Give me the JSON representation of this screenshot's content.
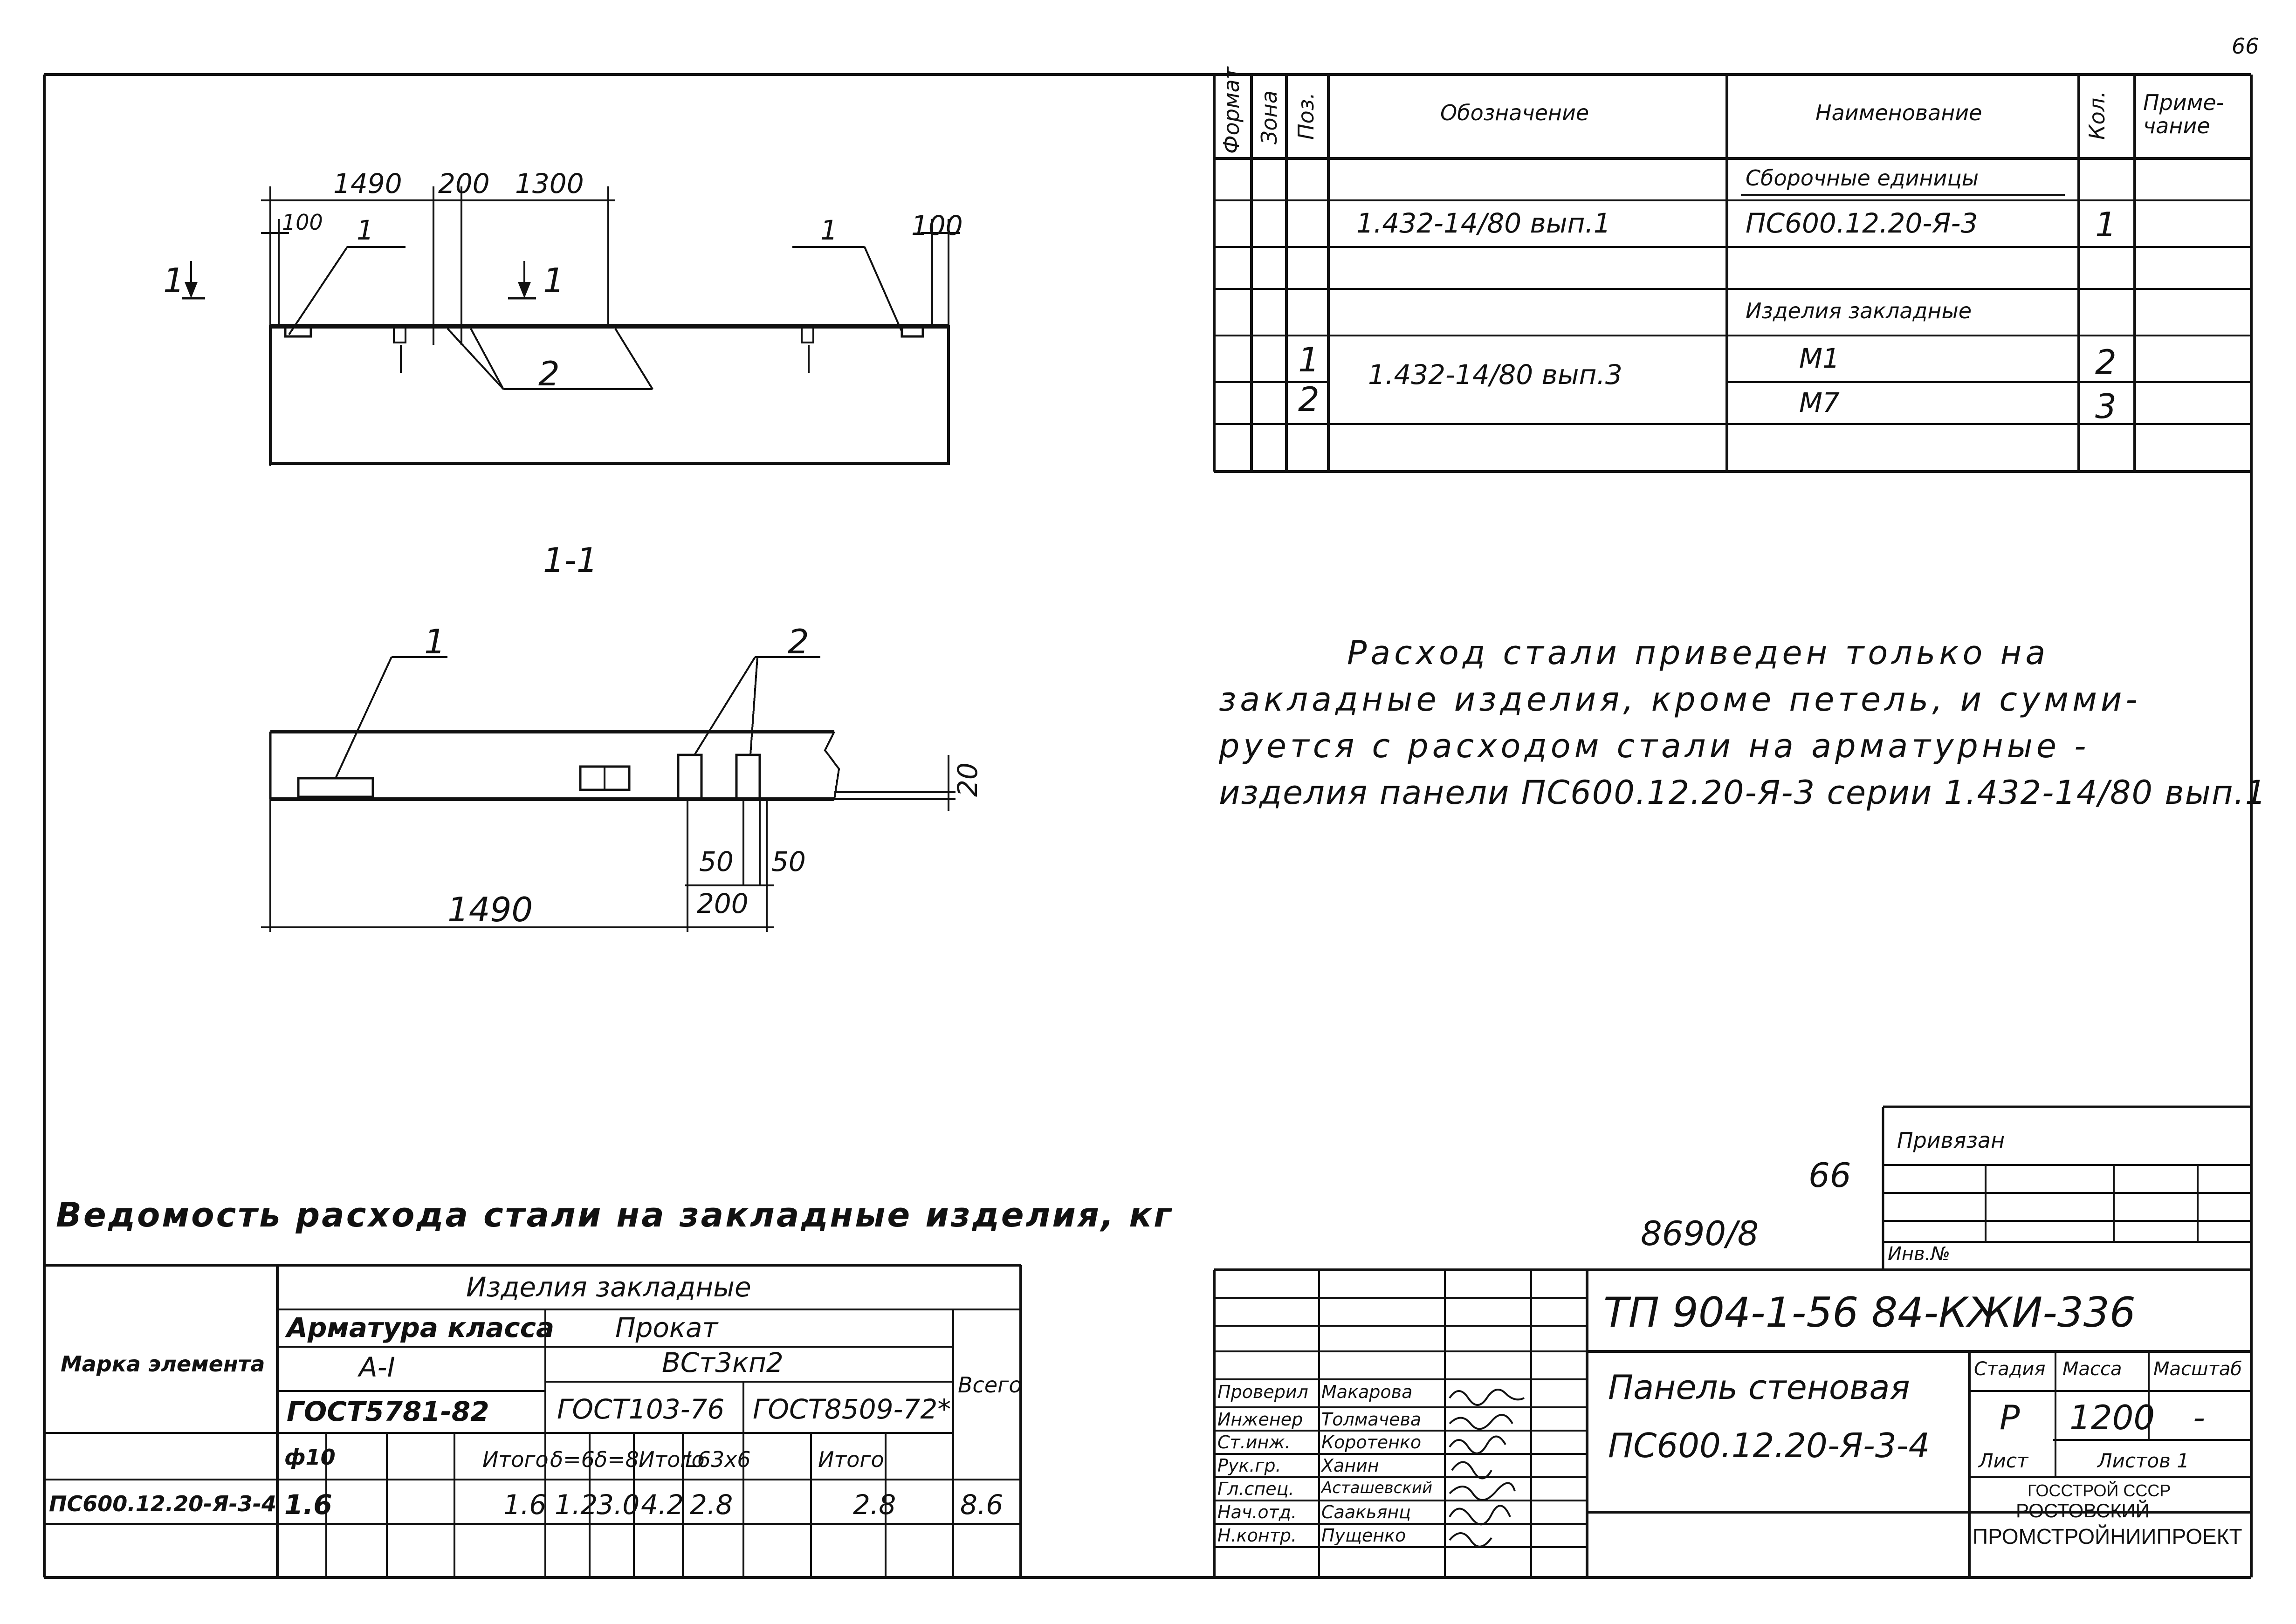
{
  "sheet": {
    "page_number": "66"
  },
  "spec": {
    "headers": [
      "Формат",
      "Зона",
      "Поз.",
      "Обозначение",
      "Наименование",
      "Кол.",
      "Приме-\nчание"
    ],
    "section_assembly": "Сборочные единицы",
    "row1": {
      "designation": "1.432-14/80 вып.1",
      "name": "ПС600.12.20-Я-3",
      "qty": "1"
    },
    "section_embedded": "Изделия закладные",
    "row2": {
      "pos": "1",
      "designation": "1.432-14/80 вып.3",
      "name": "М1",
      "qty": "2"
    },
    "row3": {
      "pos": "2",
      "name": "М7",
      "qty": "3"
    }
  },
  "plan": {
    "dims": {
      "d1490": "1490",
      "d200": "200",
      "d1300": "1300",
      "d100_left": "100",
      "d100_right": "100"
    },
    "callouts": {
      "c1_left": "1",
      "c1_right": "1",
      "c2": "2"
    },
    "section_marks": {
      "left": "1",
      "mid": "1"
    }
  },
  "section": {
    "title": "1-1",
    "callouts": {
      "c1": "1",
      "c2": "2"
    },
    "dims": {
      "d1490": "1490",
      "d200": "200",
      "d50a": "50",
      "d50b": "50",
      "d20": "20"
    }
  },
  "note": {
    "lines": [
      "Расход стали приведен только на",
      "закладные изделия, кроме петель, и сумми-",
      "руется с расходом стали на арматурные -",
      "изделия панели ПС600.12.20-Я-3 серии 1.432-14/80 вып.1"
    ]
  },
  "steel": {
    "title": "Ведомость расхода стали на закладные изделия, кг",
    "col_element": "Марка элемента",
    "group": "Изделия закладные",
    "rebar_class": "Арматура класса",
    "rebar_grade": "А-I",
    "gost_rebar": "ГОСТ5781-82",
    "rolled": "Прокат",
    "steel_grade": "ВСт3кп2",
    "gost103": "ГОСТ103-76",
    "gost8509": "ГОСТ8509-72*",
    "total_all": "Всего",
    "sub": {
      "d10": "ф10",
      "itogo1": "Итого",
      "s6": "δ=6",
      "s8": "δ=8",
      "itogo2": "Итого",
      "angle": "L63х6",
      "itogo3": "Итого"
    },
    "row": {
      "element": "ПС600.12.20-Я-3-4",
      "d10": "1.6",
      "itogo1": "1.6",
      "s6": "1.2",
      "s8": "3.0",
      "itogo2": "4.2",
      "angle": "2.8",
      "itogo3": "2.8",
      "total": "8.6"
    }
  },
  "stamp": {
    "mark66": "66",
    "mark8690": "8690/8",
    "attached": "Привязан",
    "inv_no": "Инв.№",
    "doc_code": "ТП 904-1-56 84-КЖИ-336",
    "title_line1": "Панель стеновая",
    "title_line2": "ПС600.12.20-Я-3-4",
    "stage_label": "Стадия",
    "mass_label": "Масса",
    "scale_label": "Масштаб",
    "stage": "Р",
    "mass": "1200",
    "scale": "-",
    "sheet_label": "Лист",
    "sheets_label": "Листов 1",
    "org1": "ГОССТРОЙ СССР",
    "org2": "РОСТОВСКИЙ",
    "org3": "ПРОМСТРОЙНИИПРОЕКТ",
    "signers": [
      {
        "role": "Проверил",
        "name": "Макарова"
      },
      {
        "role": "Инженер",
        "name": "Толмачева"
      },
      {
        "role": "Ст.инж.",
        "name": "Коротенко"
      },
      {
        "role": "Рук.гр.",
        "name": "Ханин"
      },
      {
        "role": "Гл.спец.",
        "name": "Асташевский"
      },
      {
        "role": "Нач.отд.",
        "name": "Саакьянц"
      },
      {
        "role": "Н.контр.",
        "name": "Пущенко"
      }
    ]
  }
}
